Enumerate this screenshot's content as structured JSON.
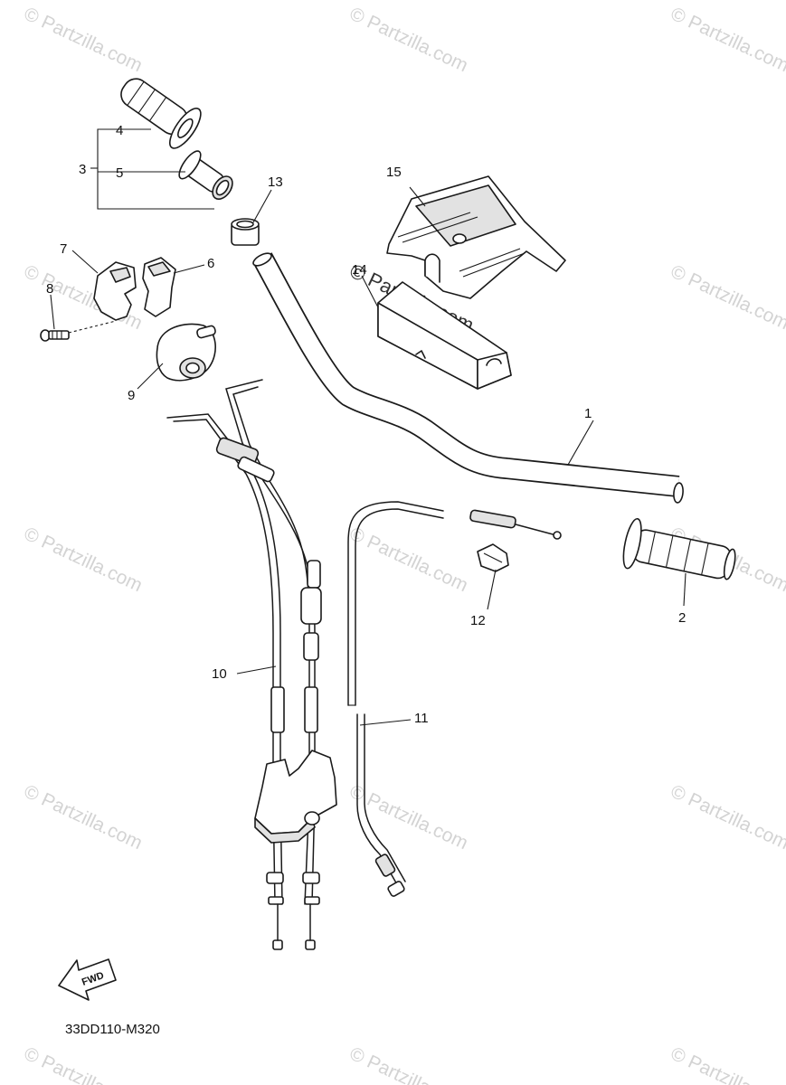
{
  "diagram": {
    "code": "33DD110-M320",
    "fwd_label": "FWD",
    "watermark": "© Partzilla.com",
    "callouts": {
      "p1": "1",
      "p2": "2",
      "p3": "3",
      "p4": "4",
      "p5": "5",
      "p6": "6",
      "p7": "7",
      "p8": "8",
      "p9": "9",
      "p10": "10",
      "p11": "11",
      "p12": "12",
      "p13": "13",
      "p14": "14",
      "p15": "15"
    }
  }
}
